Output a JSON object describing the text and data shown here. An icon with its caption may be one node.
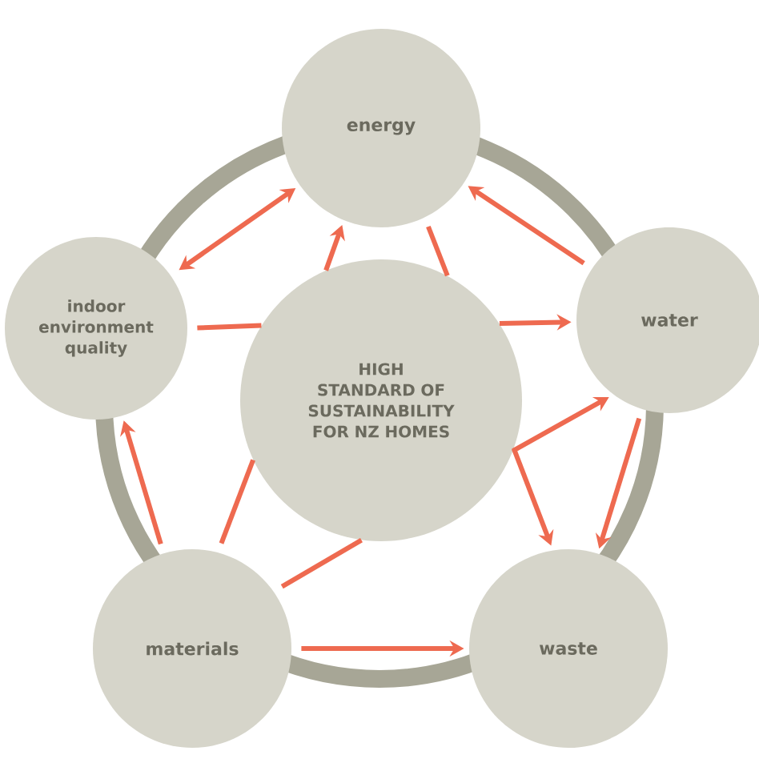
{
  "diagram": {
    "nodes": [
      {
        "text": [
          "energy"
        ]
      },
      {
        "text": [
          "indoor environment quality"
        ]
      },
      {
        "text": [
          "water"
        ]
      },
      {
        "text": [
          "HIGH STANDARD OF SUSTAINABILITY FOR NZ HOMES"
        ]
      },
      {
        "text": [
          "materials"
        ]
      },
      {
        "text": [
          "waste"
        ]
      }
    ],
    "edges": [
      {
        "from": 1,
        "to": 0,
        "arrow": "both"
      },
      {
        "from": 2,
        "to": 0,
        "arrow": "to"
      },
      {
        "from": 1,
        "to": 3,
        "arrow": "none"
      },
      {
        "from": 3,
        "to": 2,
        "arrow": "to"
      },
      {
        "from": 4,
        "to": 3,
        "arrow": "none"
      },
      {
        "from": 3,
        "to": 0,
        "arrow": "to"
      },
      {
        "from": 0,
        "to": 3,
        "arrow": "none"
      },
      {
        "from": 3,
        "to": 5,
        "arrow": "to"
      },
      {
        "from": 4,
        "to": 3,
        "arrow": "none"
      },
      {
        "from": 3,
        "to": 2,
        "arrow": "to"
      },
      {
        "from": 4,
        "to": 1,
        "arrow": "to"
      },
      {
        "from": 2,
        "to": 5,
        "arrow": "to"
      },
      {
        "from": 4,
        "to": 5,
        "arrow": "to"
      }
    ]
  }
}
